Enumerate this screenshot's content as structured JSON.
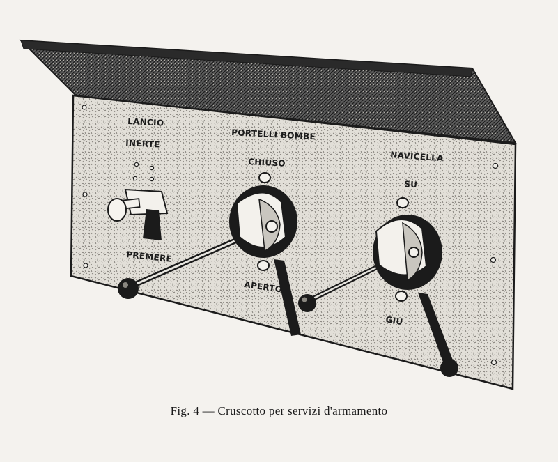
{
  "figure": {
    "caption": "Fig. 4 — Cruscotto per servizi d'armamento"
  },
  "panel": {
    "labels": {
      "lancio": "LANCIO",
      "inerte": "INERTE",
      "premere": "PREMERE",
      "portelli_bombe": "PORTELLI BOMBE",
      "chiuso": "CHIUSO",
      "aperto": "APERTO",
      "navicella": "NAVICELLA",
      "su": "SU",
      "giu": "GIU"
    }
  },
  "colors": {
    "paper": "#f4f2ee",
    "ink": "#1b1b1b",
    "panel_face": "#dcd9d2",
    "shelf": "#4a4a4a"
  }
}
